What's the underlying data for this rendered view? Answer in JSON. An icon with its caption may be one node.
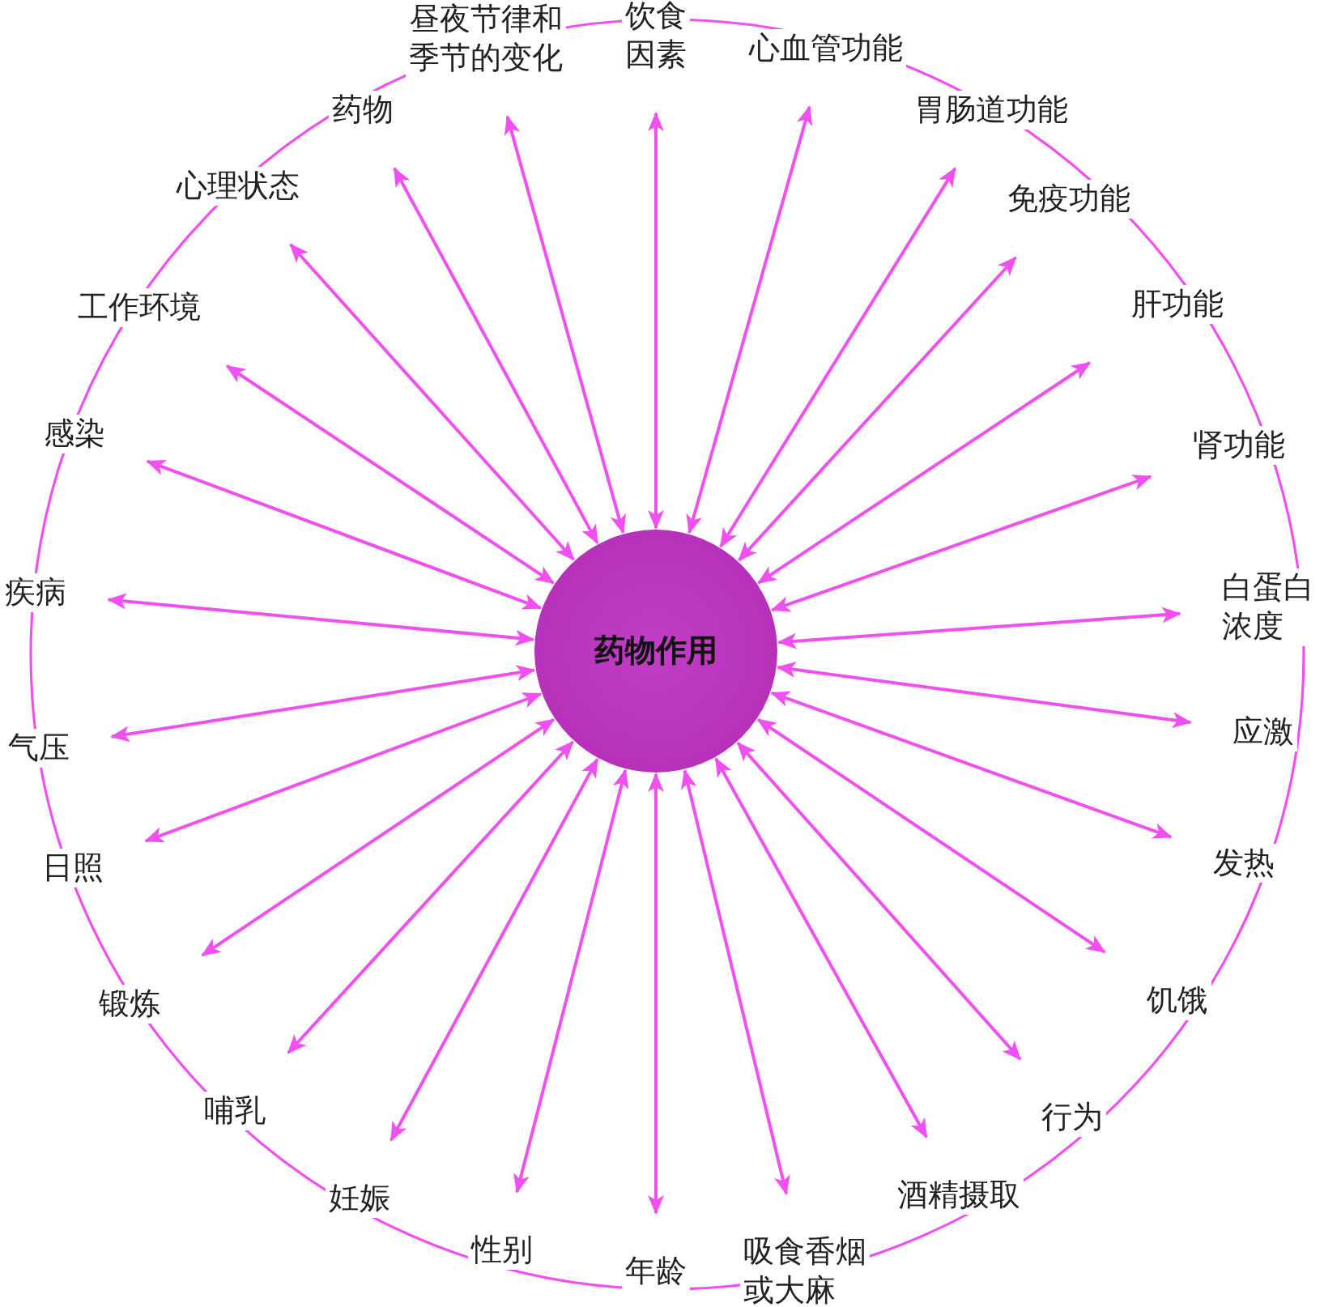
{
  "diagram": {
    "nodes": [
      {
        "text": [
          "药物作用"
        ]
      },
      {
        "text": [
          "饮食因素"
        ]
      },
      {
        "text": [
          "心血管功能"
        ]
      },
      {
        "text": [
          "胃肠道功能"
        ]
      },
      {
        "text": [
          "免疫功能"
        ]
      },
      {
        "text": [
          "肝功能"
        ]
      },
      {
        "text": [
          "肾功能"
        ]
      },
      {
        "text": [
          "白蛋白浓度"
        ]
      },
      {
        "text": [
          "应激"
        ]
      },
      {
        "text": [
          "发热"
        ]
      },
      {
        "text": [
          "饥饿"
        ]
      },
      {
        "text": [
          "行为"
        ]
      },
      {
        "text": [
          "酒精摄取"
        ]
      },
      {
        "text": [
          "吸食香烟或大麻"
        ]
      },
      {
        "text": [
          "年龄"
        ]
      },
      {
        "text": [
          "性别"
        ]
      },
      {
        "text": [
          "妊娠"
        ]
      },
      {
        "text": [
          "哺乳"
        ]
      },
      {
        "text": [
          "锻炼"
        ]
      },
      {
        "text": [
          "日照"
        ]
      },
      {
        "text": [
          "气压"
        ]
      },
      {
        "text": [
          "疾病"
        ]
      },
      {
        "text": [
          "感染"
        ]
      },
      {
        "text": [
          "工作环境"
        ]
      },
      {
        "text": [
          "心理状态"
        ]
      },
      {
        "text": [
          "药物"
        ]
      },
      {
        "text": [
          "昼夜节律和季节的变化"
        ]
      }
    ],
    "edges": [
      {
        "from": 0,
        "to": 1,
        "arrow": "both"
      },
      {
        "from": 0,
        "to": 2,
        "arrow": "both"
      },
      {
        "from": 0,
        "to": 3,
        "arrow": "both"
      },
      {
        "from": 0,
        "to": 4,
        "arrow": "both"
      },
      {
        "from": 0,
        "to": 5,
        "arrow": "both"
      },
      {
        "from": 0,
        "to": 6,
        "arrow": "both"
      },
      {
        "from": 0,
        "to": 7,
        "arrow": "both"
      },
      {
        "from": 0,
        "to": 8,
        "arrow": "both"
      },
      {
        "from": 0,
        "to": 9,
        "arrow": "both"
      },
      {
        "from": 0,
        "to": 10,
        "arrow": "both"
      },
      {
        "from": 0,
        "to": 11,
        "arrow": "both"
      },
      {
        "from": 0,
        "to": 12,
        "arrow": "both"
      },
      {
        "from": 0,
        "to": 13,
        "arrow": "both"
      },
      {
        "from": 0,
        "to": 14,
        "arrow": "both"
      },
      {
        "from": 0,
        "to": 15,
        "arrow": "both"
      },
      {
        "from": 0,
        "to": 16,
        "arrow": "both"
      },
      {
        "from": 0,
        "to": 17,
        "arrow": "both"
      },
      {
        "from": 0,
        "to": 18,
        "arrow": "both"
      },
      {
        "from": 0,
        "to": 19,
        "arrow": "both"
      },
      {
        "from": 0,
        "to": 20,
        "arrow": "both"
      },
      {
        "from": 0,
        "to": 21,
        "arrow": "both"
      },
      {
        "from": 0,
        "to": 22,
        "arrow": "both"
      },
      {
        "from": 0,
        "to": 23,
        "arrow": "both"
      },
      {
        "from": 0,
        "to": 24,
        "arrow": "both"
      },
      {
        "from": 0,
        "to": 25,
        "arrow": "both"
      },
      {
        "from": 0,
        "to": 26,
        "arrow": "both"
      }
    ]
  }
}
